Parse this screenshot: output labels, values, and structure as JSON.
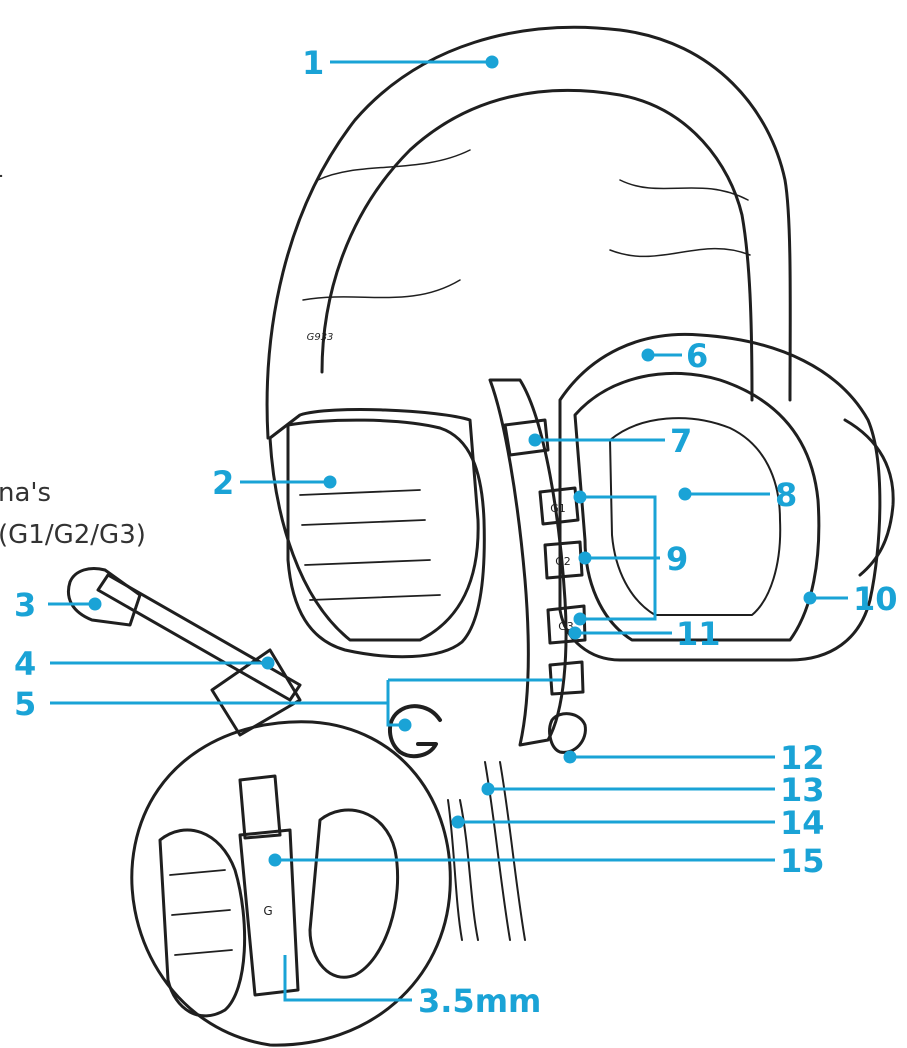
{
  "colors": {
    "accent": "#1aa3d6",
    "outline": "#1f1f1f",
    "text": "#333333"
  },
  "left_text": {
    "mark": "-",
    "line_1": "na's",
    "line_2": "(G1/G2/G3)"
  },
  "headset_text": {
    "model": "G933",
    "button_g1": "G1",
    "button_g2": "G2",
    "button_g3": "G3",
    "dongle_logo": "G"
  },
  "callouts": [
    {
      "id": "1",
      "label": "1"
    },
    {
      "id": "2",
      "label": "2"
    },
    {
      "id": "3",
      "label": "3"
    },
    {
      "id": "4",
      "label": "4"
    },
    {
      "id": "5",
      "label": "5"
    },
    {
      "id": "6",
      "label": "6"
    },
    {
      "id": "7",
      "label": "7"
    },
    {
      "id": "8",
      "label": "8"
    },
    {
      "id": "9",
      "label": "9"
    },
    {
      "id": "10",
      "label": "10"
    },
    {
      "id": "11",
      "label": "11"
    },
    {
      "id": "12",
      "label": "12"
    },
    {
      "id": "13",
      "label": "13"
    },
    {
      "id": "14",
      "label": "14"
    },
    {
      "id": "15",
      "label": "15"
    },
    {
      "id": "jack",
      "label": "3.5mm"
    }
  ]
}
